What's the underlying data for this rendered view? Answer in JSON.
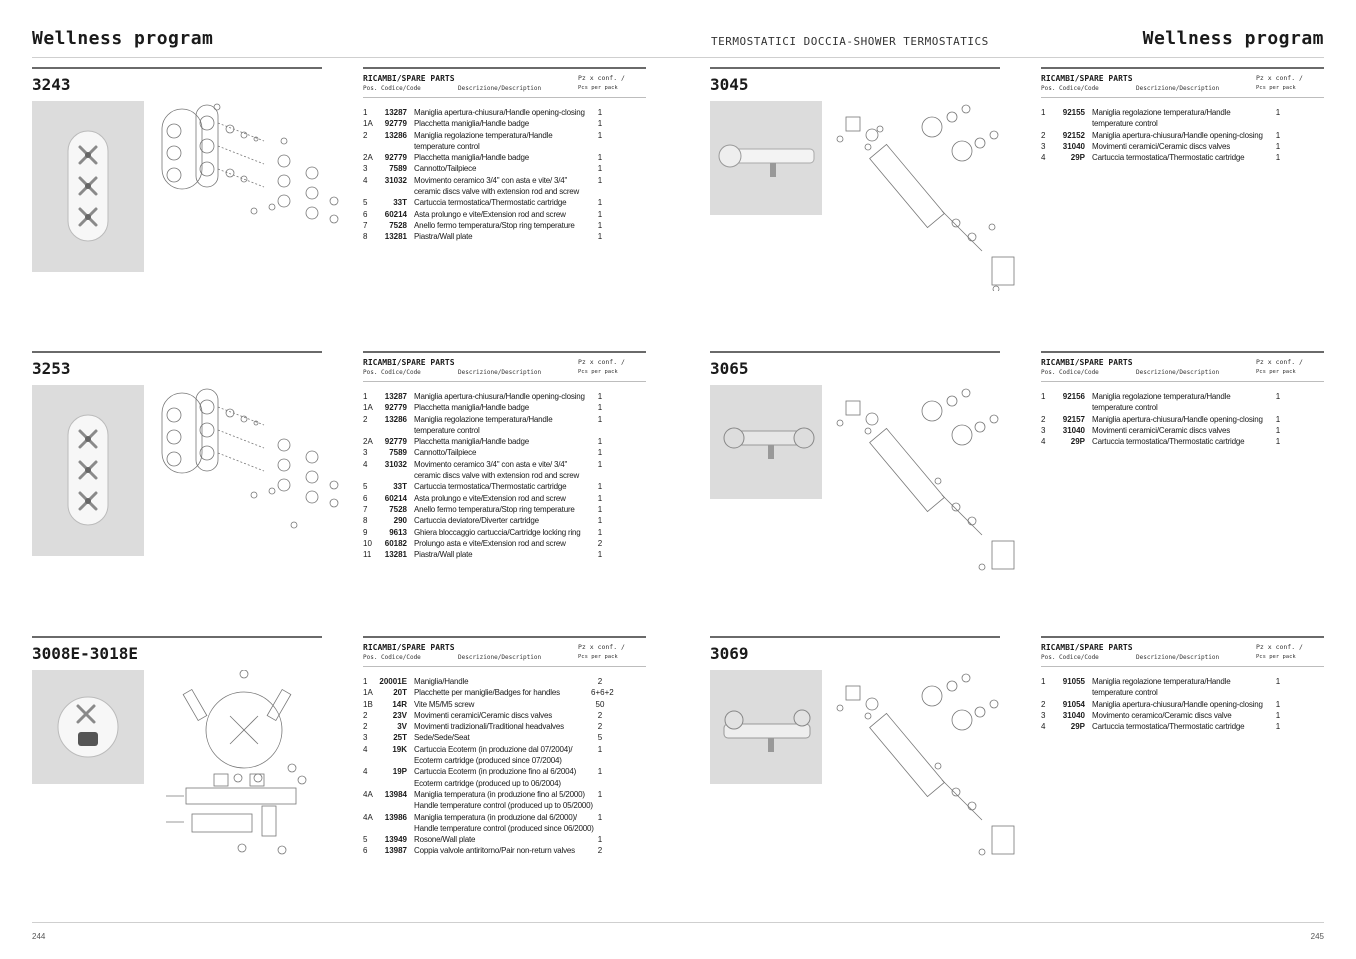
{
  "header": {
    "brand_left": "Wellness program",
    "brand_right": "Wellness program",
    "subtitle": "TERMOSTATICI DOCCIA-SHOWER TERMOSTATICS"
  },
  "footer": {
    "page_left": "244",
    "page_right": "245"
  },
  "table_labels": {
    "title": "RICAMBI/SPARE PARTS",
    "qty_header": "Pz x conf. /",
    "qty_sub": "Pcs per pack",
    "pos_code": "Pos. Codice/Code",
    "description": "Descrizione/Description"
  },
  "sections": [
    {
      "model": "3243",
      "rows": [
        {
          "pos": "1",
          "code": "13287",
          "desc": "Maniglia apertura-chiusura/Handle opening-closing",
          "qty": "1"
        },
        {
          "pos": "1A",
          "code": "92779",
          "desc": "Placchetta maniglia/Handle badge",
          "qty": "1"
        },
        {
          "pos": "2",
          "code": "13286",
          "desc": "Maniglia regolazione temperatura/Handle temperature control",
          "qty": "1"
        },
        {
          "pos": "2A",
          "code": "92779",
          "desc": "Placchetta maniglia/Handle badge",
          "qty": "1"
        },
        {
          "pos": "3",
          "code": "7589",
          "desc": "Cannotto/Tailpiece",
          "qty": "1"
        },
        {
          "pos": "4",
          "code": "31032",
          "desc": "Movimento ceramico 3/4\" con asta e vite/ 3/4\" ceramic discs valve with extension rod and screw",
          "qty": "1"
        },
        {
          "pos": "5",
          "code": "33T",
          "desc": "Cartuccia termostatica/Thermostatic cartridge",
          "qty": "1"
        },
        {
          "pos": "6",
          "code": "60214",
          "desc": "Asta prolungo e vite/Extension rod and screw",
          "qty": "1"
        },
        {
          "pos": "7",
          "code": "7528",
          "desc": "Anello fermo temperatura/Stop ring temperature",
          "qty": "1"
        },
        {
          "pos": "8",
          "code": "13281",
          "desc": "Piastra/Wall plate",
          "qty": "1"
        }
      ]
    },
    {
      "model": "3253",
      "rows": [
        {
          "pos": "1",
          "code": "13287",
          "desc": "Maniglia apertura-chiusura/Handle opening-closing",
          "qty": "1"
        },
        {
          "pos": "1A",
          "code": "92779",
          "desc": "Placchetta maniglia/Handle badge",
          "qty": "1"
        },
        {
          "pos": "2",
          "code": "13286",
          "desc": "Maniglia regolazione temperatura/Handle temperature control",
          "qty": "1"
        },
        {
          "pos": "2A",
          "code": "92779",
          "desc": "Placchetta maniglia/Handle badge",
          "qty": "1"
        },
        {
          "pos": "3",
          "code": "7589",
          "desc": "Cannotto/Tailpiece",
          "qty": "1"
        },
        {
          "pos": "4",
          "code": "31032",
          "desc": "Movimento ceramico 3/4\" con asta e vite/ 3/4\" ceramic discs valve with extension rod and screw",
          "qty": "1"
        },
        {
          "pos": "5",
          "code": "33T",
          "desc": "Cartuccia termostatica/Thermostatic cartridge",
          "qty": "1"
        },
        {
          "pos": "6",
          "code": "60214",
          "desc": "Asta prolungo e vite/Extension rod and screw",
          "qty": "1"
        },
        {
          "pos": "7",
          "code": "7528",
          "desc": "Anello fermo temperatura/Stop ring temperature",
          "qty": "1"
        },
        {
          "pos": "8",
          "code": "290",
          "desc": "Cartuccia deviatore/Diverter cartridge",
          "qty": "1"
        },
        {
          "pos": "9",
          "code": "9613",
          "desc": "Ghiera bloccaggio cartuccia/Cartridge locking ring",
          "qty": "1"
        },
        {
          "pos": "10",
          "code": "60182",
          "desc": "Prolungo asta e vite/Extension rod and screw",
          "qty": "2"
        },
        {
          "pos": "11",
          "code": "13281",
          "desc": "Piastra/Wall plate",
          "qty": "1"
        }
      ]
    },
    {
      "model": "3008E-3018E",
      "rows": [
        {
          "pos": "1",
          "code": "20001E",
          "desc": "Maniglia/Handle",
          "qty": "2"
        },
        {
          "pos": "1A",
          "code": "20T",
          "desc": "Placchette per maniglie/Badges for handles",
          "qty": "6+6+2"
        },
        {
          "pos": "1B",
          "code": "14R",
          "desc": "Vite M5/M5 screw",
          "qty": "50"
        },
        {
          "pos": "2",
          "code": "23V",
          "desc": "Movimenti ceramici/Ceramic discs valves",
          "qty": "2"
        },
        {
          "pos": "2",
          "code": "3V",
          "desc": "Movimenti tradizionali/Traditional headvalves",
          "qty": "2"
        },
        {
          "pos": "3",
          "code": "25T",
          "desc": "Sede/Sede/Seat",
          "qty": "5"
        },
        {
          "pos": "4",
          "code": "19K",
          "desc": "Cartuccia Ecoterm (in produzione dal 07/2004)/ Ecoterm cartridge (produced since 07/2004)",
          "qty": "1"
        },
        {
          "pos": "4",
          "code": "19P",
          "desc": "Cartuccia Ecoterm (in produzione fino al 6/2004) Ecoterm cartridge (produced up to 06/2004)",
          "qty": "1"
        },
        {
          "pos": "4A",
          "code": "13984",
          "desc": "Maniglia temperatura (in produzione fino al 5/2000) Handle temperature control (produced up to 05/2000)",
          "qty": "1"
        },
        {
          "pos": "4A",
          "code": "13986",
          "desc": "Maniglia temperatura (in produzione dal 6/2000)/ Handle temperature control (produced since 06/2000)",
          "qty": "1"
        },
        {
          "pos": "5",
          "code": "13949",
          "desc": "Rosone/Wall plate",
          "qty": "1"
        },
        {
          "pos": "6",
          "code": "13987",
          "desc": "Coppia valvole antiritorno/Pair non-return valves",
          "qty": "2"
        }
      ]
    },
    {
      "model": "3045",
      "rows": [
        {
          "pos": "1",
          "code": "92155",
          "desc": "Maniglia regolazione temperatura/Handle temperature control",
          "qty": "1"
        },
        {
          "pos": "2",
          "code": "92152",
          "desc": "Maniglia apertura-chiusura/Handle opening-closing",
          "qty": "1"
        },
        {
          "pos": "3",
          "code": "31040",
          "desc": "Movimenti ceramici/Ceramic discs valves",
          "qty": "1"
        },
        {
          "pos": "4",
          "code": "29P",
          "desc": "Cartuccia termostatica/Thermostatic cartridge",
          "qty": "1"
        }
      ]
    },
    {
      "model": "3065",
      "rows": [
        {
          "pos": "1",
          "code": "92156",
          "desc": "Maniglia regolazione temperatura/Handle temperature control",
          "qty": "1"
        },
        {
          "pos": "2",
          "code": "92157",
          "desc": "Maniglia apertura-chiusura/Handle opening-closing",
          "qty": "1"
        },
        {
          "pos": "3",
          "code": "31040",
          "desc": "Movimenti ceramici/Ceramic discs valves",
          "qty": "1"
        },
        {
          "pos": "4",
          "code": "29P",
          "desc": "Cartuccia termostatica/Thermostatic cartridge",
          "qty": "1"
        }
      ]
    },
    {
      "model": "3069",
      "rows": [
        {
          "pos": "1",
          "code": "91055",
          "desc": "Maniglia regolazione temperatura/Handle temperature control",
          "qty": "1"
        },
        {
          "pos": "2",
          "code": "91054",
          "desc": "Maniglia apertura-chiusura/Handle opening-closing",
          "qty": "1"
        },
        {
          "pos": "3",
          "code": "31040",
          "desc": "Movimento ceramico/Ceramic discs valve",
          "qty": "1"
        },
        {
          "pos": "4",
          "code": "29P",
          "desc": "Cartuccia termostatica/Thermostatic cartridge",
          "qty": "1"
        }
      ]
    }
  ]
}
